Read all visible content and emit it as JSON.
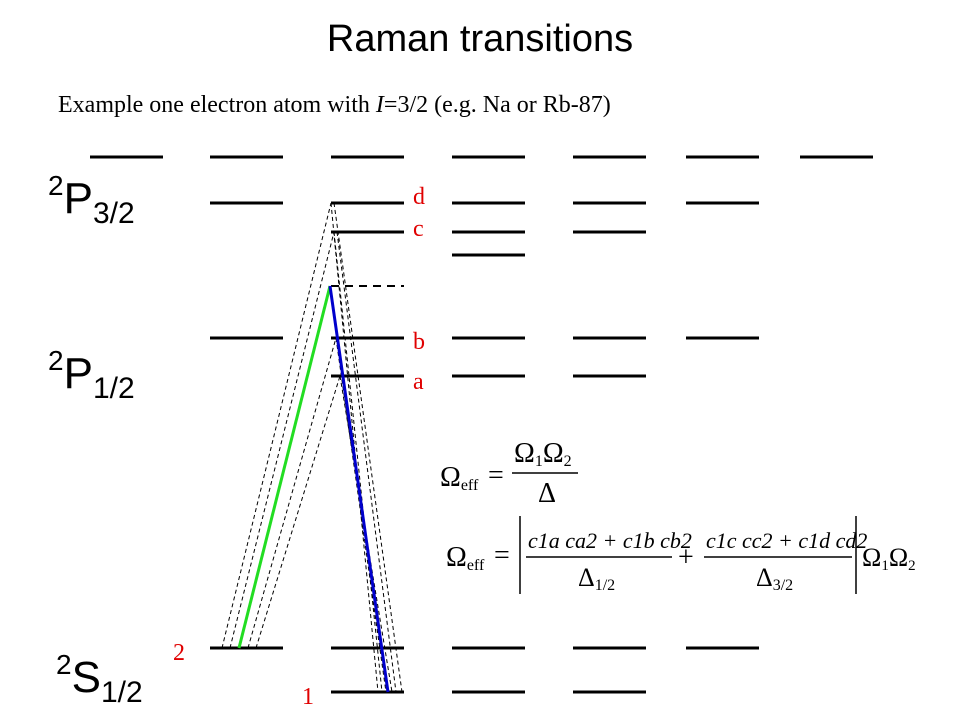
{
  "title": "Raman transitions",
  "subtitle": {
    "prefix": "Example one electron atom with ",
    "var": "I",
    "suffix": "=3/2 (e.g. Na or Rb-87)"
  },
  "states": {
    "p32": {
      "base": "P",
      "sup": "2",
      "sub": "3/2"
    },
    "p12": {
      "base": "P",
      "sup": "2",
      "sub": "1/2"
    },
    "s12": {
      "base": "S",
      "sup": "2",
      "sub": "1/2"
    }
  },
  "level_labels": {
    "d": "d",
    "c": "c",
    "b": "b",
    "a": "a",
    "two": "2",
    "one": "1"
  },
  "equations": {
    "eq1": {
      "lhs": "Ω",
      "lhs_sub": "eff",
      "eq": "=",
      "num": "Ω",
      "num_sub1": "1",
      "num2": "Ω",
      "num_sub2": "2",
      "den": "Δ"
    },
    "eq2": {
      "lhs": "Ω",
      "lhs_sub": "eff",
      "eq": "=",
      "t1_num": "c1a ca2 + c1b cb2",
      "t1_den": "Δ",
      "t1_den_sub": "1/2",
      "plus": "+",
      "t2_num": "c1c cc2 + c1d cd2",
      "t2_den": "Δ",
      "t2_den_sub": "3/2",
      "rhs": "Ω",
      "rhs_sub1": "1",
      "rhs2": "Ω",
      "rhs_sub2": "2"
    }
  },
  "colors": {
    "green_beam": "#22dd22",
    "blue_beam": "#0000cc",
    "letters": "#e00000"
  }
}
